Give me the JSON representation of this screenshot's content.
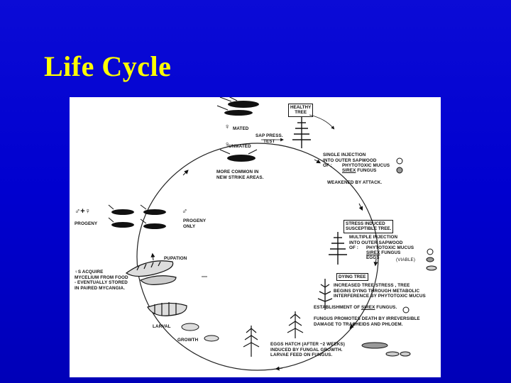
{
  "slide": {
    "title": "Life Cycle"
  },
  "diagram": {
    "healthy_tree": "HEALTHY\nTREE",
    "mated": "MATED",
    "sap_pressure": "SAP PRESS.\nTEST",
    "unmated": "UNMATED",
    "more_common": "MORE COMMON IN\nNEW STRIKE AREAS.",
    "single_injection": "SINGLE INJECTION\nINTO OUTER SAPWOOD",
    "of1": "OF :",
    "phytotoxic1": "PHYTOTOXIC MUCUS",
    "sirex1": "SIREX",
    "fungus1": "FUNGUS",
    "weakened": "WEAKENED BY ATTACK.",
    "progeny_left": "PROGENY",
    "progeny_only": "PROGENY\nONLY",
    "stress_induced": "STRESS INDUCED\nSUSCEPTIBLE TREE.",
    "multiple_injection": "MULTIPLE INJECTION\nINTO OUTER SAPWOOD",
    "of2": "OF :",
    "phytotoxic2": "PHYTOTOXIC MUCUS",
    "sirex2": "SIREX",
    "fungus2": "FUNGUS",
    "eggs": "EGGS",
    "viable": "(VIABLE)",
    "pupation": "PUPATION",
    "acquire": "♀S ACQUIRE\nMYCELIUM FROM FOOD\n- EVENTUALLY STORED\nIN PAIRED MYCANGIA.",
    "dying_tree": "DYING TREE",
    "increased_stress": "INCREASED TREE STRESS , TREE\nBEGINS DYING THROUGH METABOLIC\nINTERFERENCE BY PHYTOTOXIC MUCUS",
    "establishment_pre": "ESTABLISHMENT OF ",
    "establishment_sirex": "SIREX",
    "establishment_post": " FUNGUS.",
    "promotes_death": "FUNGUS PROMOTES DEATH BY IRREVERSIBLE\nDAMAGE TO TRACHEIDS AND PHLOEM.",
    "larval": "LARVAL",
    "growth": "GROWTH",
    "eggs_hatch": "EGGS HATCH (AFTER ~2 WEEKS)\nINDUCED BY FUNGAL GROWTH.\nLARVAE FEED ON FUNGUS."
  }
}
